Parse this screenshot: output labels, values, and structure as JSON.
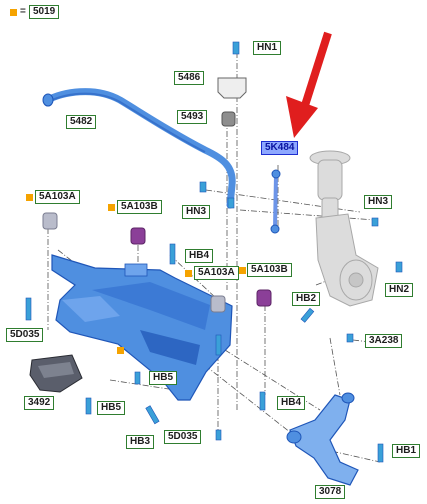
{
  "legend": {
    "color": "#f5a300",
    "equals": "=",
    "code": "5019"
  },
  "colors": {
    "part_blue": "#4f8fe0",
    "part_dark": "#1f56b8",
    "bushing": "#b9bccb",
    "bushing_purple": "#8b3f98",
    "knuckle_gray": "#dcdcdc",
    "arrow_red": "#e01e1e",
    "label_green": "#2f7d2f",
    "label_highlight": "#8ea8ff"
  },
  "labels": {
    "hn1": "HN1",
    "p5486": "5486",
    "p5493": "5493",
    "p5482": "5482",
    "p5k484": "5K484",
    "hn3_left": "HN3",
    "hn3_right": "HN3",
    "p5a103a_top": "5A103A",
    "p5a103b_top": "5A103B",
    "hb4_top": "HB4",
    "p5a103a_mid": "5A103A",
    "p5a103b_mid": "5A103B",
    "hb2": "HB2",
    "hn2": "HN2",
    "p5d035_left": "5D035",
    "p3a238": "3A238",
    "hb5_upper": "HB5",
    "p3492": "3492",
    "hb5_lower": "HB5",
    "hb4_lower": "HB4",
    "hb3": "HB3",
    "p5d035_lower": "5D035",
    "hb1": "HB1",
    "p3078": "3078"
  }
}
